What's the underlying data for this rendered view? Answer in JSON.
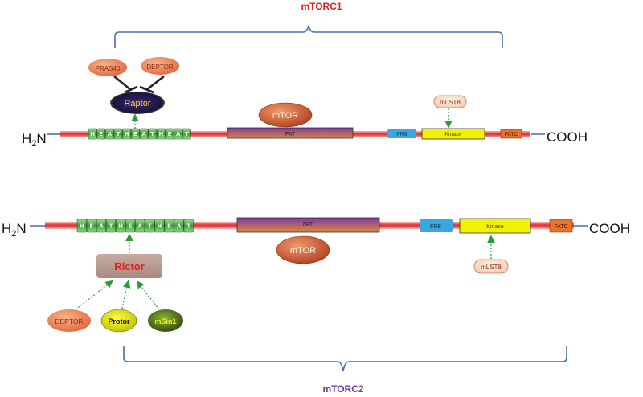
{
  "colors": {
    "backbone": "#e02a2a",
    "bracket": "#4a6fa5",
    "mtorc1_title": "#e02020",
    "mtorc2_title": "#7a3aa0",
    "heat_fill": "#3f9a3f",
    "fat_top": "#7a3aa0",
    "fat_bottom": "#e08a3a",
    "frb": "#3aa8e0",
    "kinase": "#f2f200",
    "fatc": "#e8742a",
    "mtor_oval": "#b84a2a",
    "arrow": "#2a9a3a",
    "inhibit": "#222222"
  },
  "mtorc1": {
    "title": "mTORC1",
    "n_terminus": "H",
    "n_sub": "2",
    "n_end": "N",
    "c_terminus": "COOH",
    "heat_label": "HEAT",
    "fat_label": "FAT",
    "frb_label": "FRB",
    "kinase_label": "Kinase",
    "fatc_label": "FATC",
    "mtor_label": "mTOR",
    "raptor_label": "Raptor",
    "pras40_label": "PRAS40",
    "deptor_label": "DEPTOR",
    "mlst8_label": "mLST8"
  },
  "mtorc2": {
    "title": "mTORC2",
    "n_terminus": "H",
    "n_sub": "2",
    "n_end": "N",
    "c_terminus": "COOH",
    "heat_label": "HEAT",
    "fat_label": "FAT",
    "frb_label": "FRB",
    "kinase_label": "Kinase",
    "fatc_label": "FATC",
    "mtor_label": "mTOR",
    "rictor_label": "Rictor",
    "deptor_label": "DEPTOR",
    "protor_label": "Protor",
    "msin1_label": "mSin1",
    "mlst8_label": "mLST8"
  }
}
